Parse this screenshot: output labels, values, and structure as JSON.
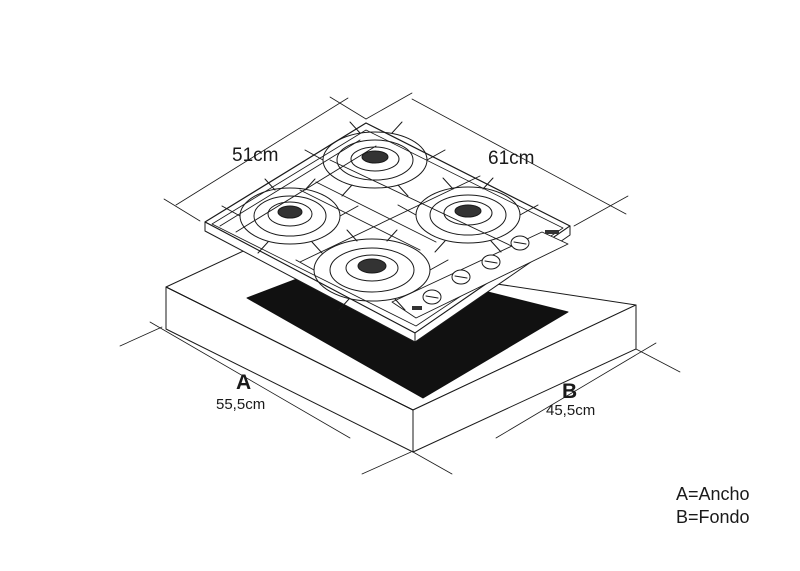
{
  "dimensions": {
    "top_width": "51cm",
    "top_depth": "61cm",
    "cutout_a_letter": "A",
    "cutout_a_value": "55,5cm",
    "cutout_b_letter": "B",
    "cutout_b_value": "45,5cm"
  },
  "legend": {
    "a": "A=Ancho",
    "b": "B=Fondo"
  },
  "colors": {
    "line": "#1a1a1a",
    "cutout": "#111111",
    "background": "#ffffff"
  }
}
